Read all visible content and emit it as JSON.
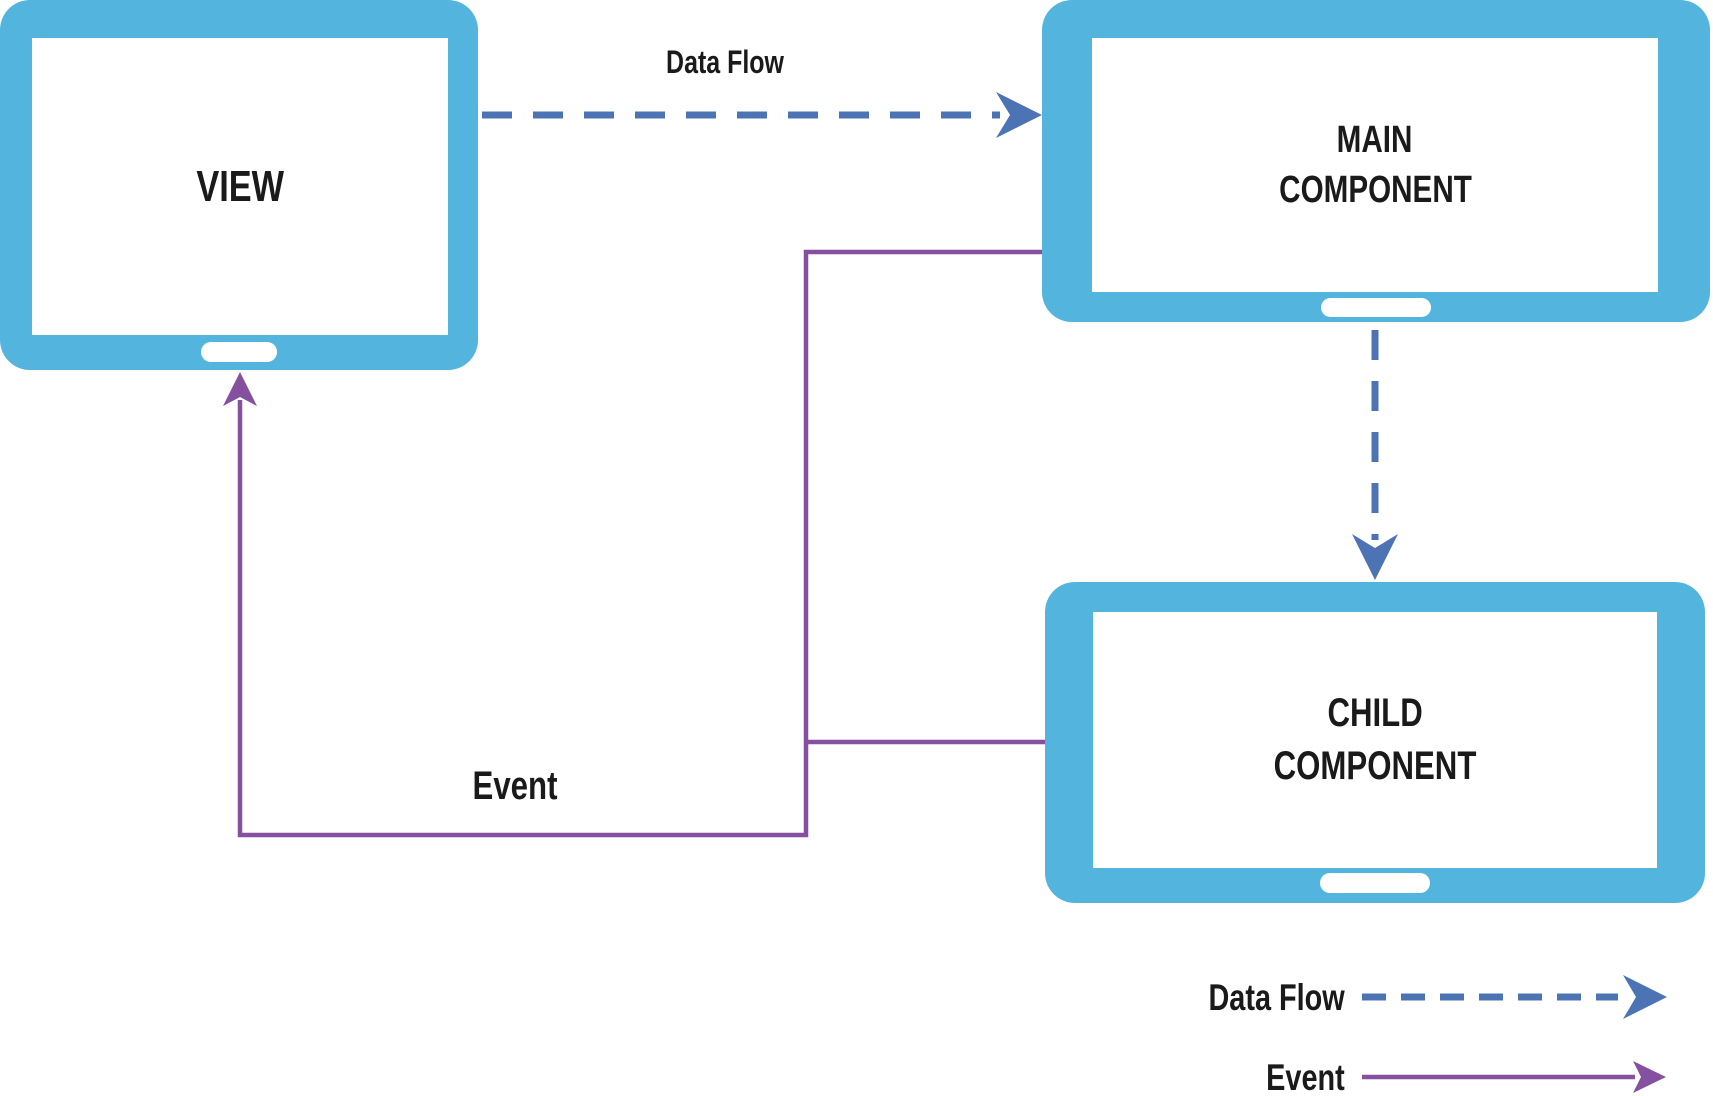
{
  "colors": {
    "tablet_blue": "#53B5DE",
    "flow_blue": "#4C74B5",
    "event_purple": "#84509F",
    "text_black": "#1A1A1A"
  },
  "nodes": {
    "view": {
      "label": "VIEW"
    },
    "main": {
      "lines": [
        "MAIN",
        "COMPONENT"
      ]
    },
    "child": {
      "lines": [
        "CHILD",
        "COMPONENT"
      ]
    }
  },
  "edges": {
    "data_flow_label": "Data Flow",
    "event_label": "Event"
  },
  "legend": {
    "data_flow_label": "Data Flow",
    "event_label": "Event"
  }
}
